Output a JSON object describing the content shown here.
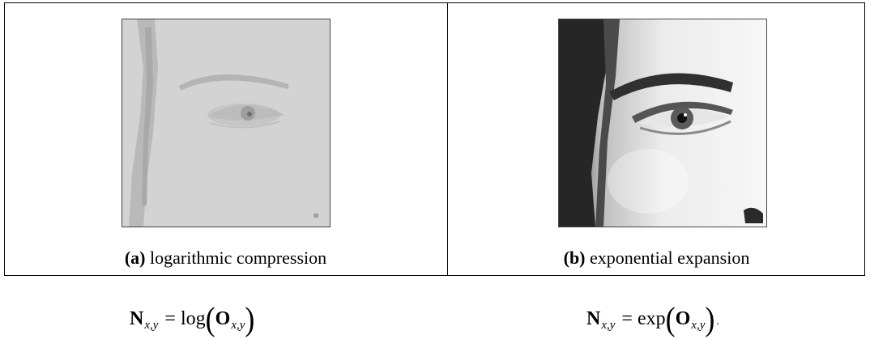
{
  "panel_a": {
    "label": "(a)",
    "caption": "logarithmic compression"
  },
  "panel_b": {
    "label": "(b)",
    "caption": "exponential expansion"
  },
  "equation_a": {
    "lhs": "N",
    "lhs_sub": "x,y",
    "equals": "=",
    "func": "log",
    "open": "(",
    "arg": "O",
    "arg_sub": "x,y",
    "close": ")"
  },
  "equation_b": {
    "lhs": "N",
    "lhs_sub": "x,y",
    "equals": "=",
    "func": "exp",
    "open": "(",
    "arg": "O",
    "arg_sub": "x,y",
    "close": ")",
    "trail": "."
  }
}
